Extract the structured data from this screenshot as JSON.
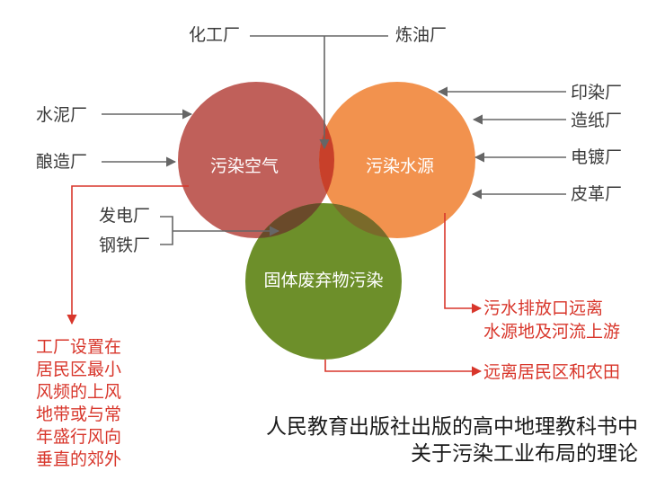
{
  "colors": {
    "air": "#c0605a",
    "water": "#f2924e",
    "solid": "#6d8f2a",
    "overlap_center": "#c8402a",
    "overlap_solid": "#4a4a2a",
    "arrow_gray": "#666666",
    "arrow_red": "#d8362b"
  },
  "circles": {
    "air": "污染空气",
    "water": "污染水源",
    "solid": "固体废弃物污染"
  },
  "factories": {
    "chemical": "化工厂",
    "refinery": "炼油厂",
    "cement": "水泥厂",
    "brewery": "酿造厂",
    "power": "发电厂",
    "steel": "钢铁厂",
    "printing_dyeing": "印染厂",
    "paper": "造纸厂",
    "electroplating": "电镀厂",
    "leather": "皮革厂"
  },
  "notes": {
    "air_lines": [
      "工厂设置在",
      "居民区最小",
      "风频的上风",
      "地带或与常",
      "年盛行风向",
      "垂直的郊外"
    ],
    "water_lines": [
      "污水排放口远离",
      "水源地及河流上游"
    ],
    "solid": "远离居民区和农田"
  },
  "caption": {
    "line1": "人民教育出版社出版的高中地理教科书中",
    "line2": "关于污染工业布局的理论"
  }
}
